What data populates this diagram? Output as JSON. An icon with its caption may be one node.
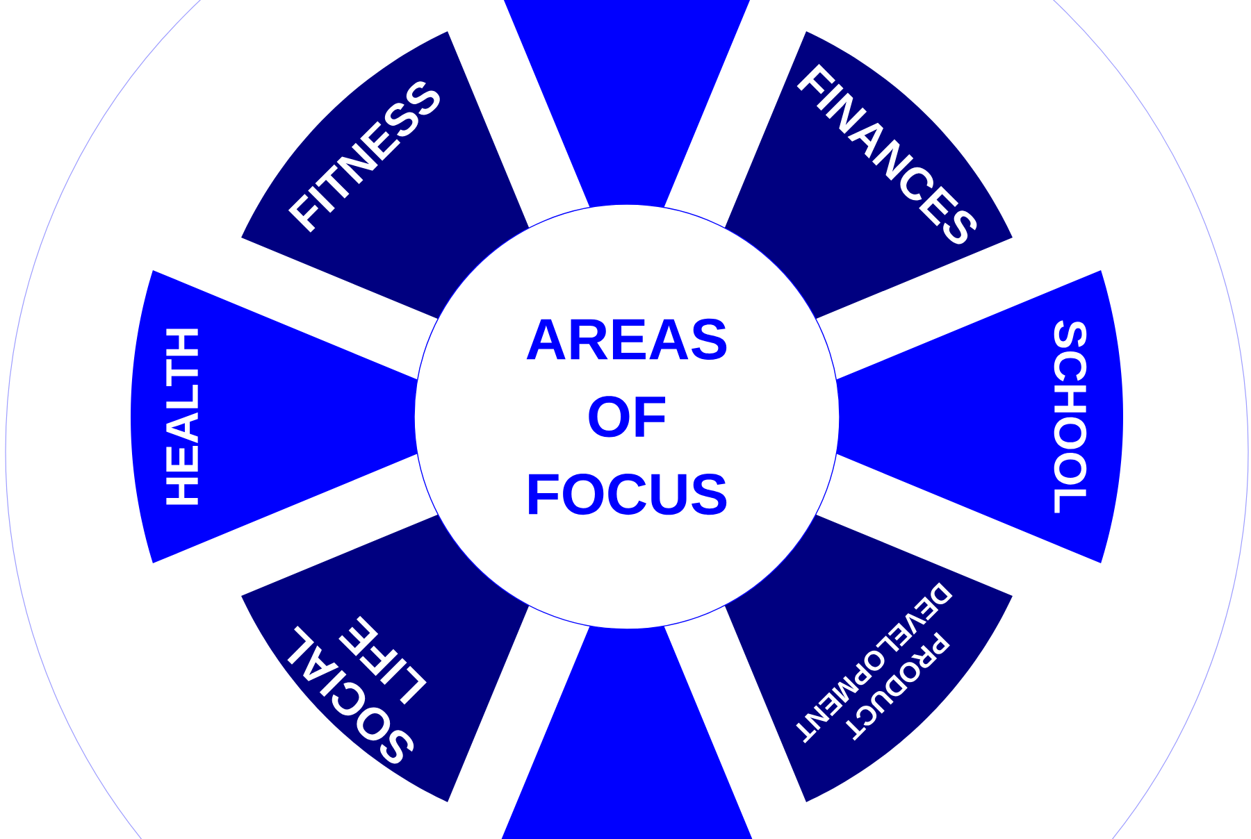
{
  "diagram": {
    "nodes": [
      {
        "text": [
          "AREAS OF FOCUS"
        ]
      },
      {
        "text": [],
        "shape": "wedge"
      },
      {
        "text": [
          "FINANCES"
        ]
      },
      {
        "text": [
          "SCHOOL"
        ]
      },
      {
        "text": [
          "PRODUCT DEVELOPMENT"
        ]
      },
      {
        "text": [],
        "shape": "wedge"
      },
      {
        "text": [
          "SOCIAL LIFE"
        ]
      },
      {
        "text": [
          "HEALTH"
        ]
      },
      {
        "text": [
          "FITNESS"
        ]
      }
    ]
  }
}
